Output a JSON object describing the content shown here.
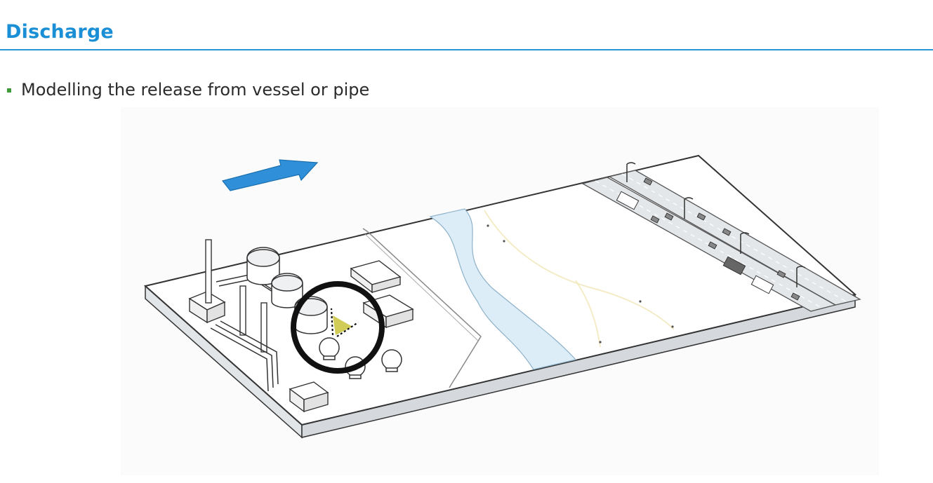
{
  "slide": {
    "title": "Discharge",
    "accent_color": "#1a8fd6",
    "bullet_color": "#3f9a3a"
  },
  "bullets": [
    {
      "text": "Modelling the release from vessel or pipe"
    }
  ],
  "illustration": {
    "scene": "industrial-site-river-highway",
    "wind_arrow_color": "#2f8fd8",
    "river_color": "#dcedf8",
    "highlight_ring_color": "#111111",
    "release_color": "#c9c23a"
  }
}
